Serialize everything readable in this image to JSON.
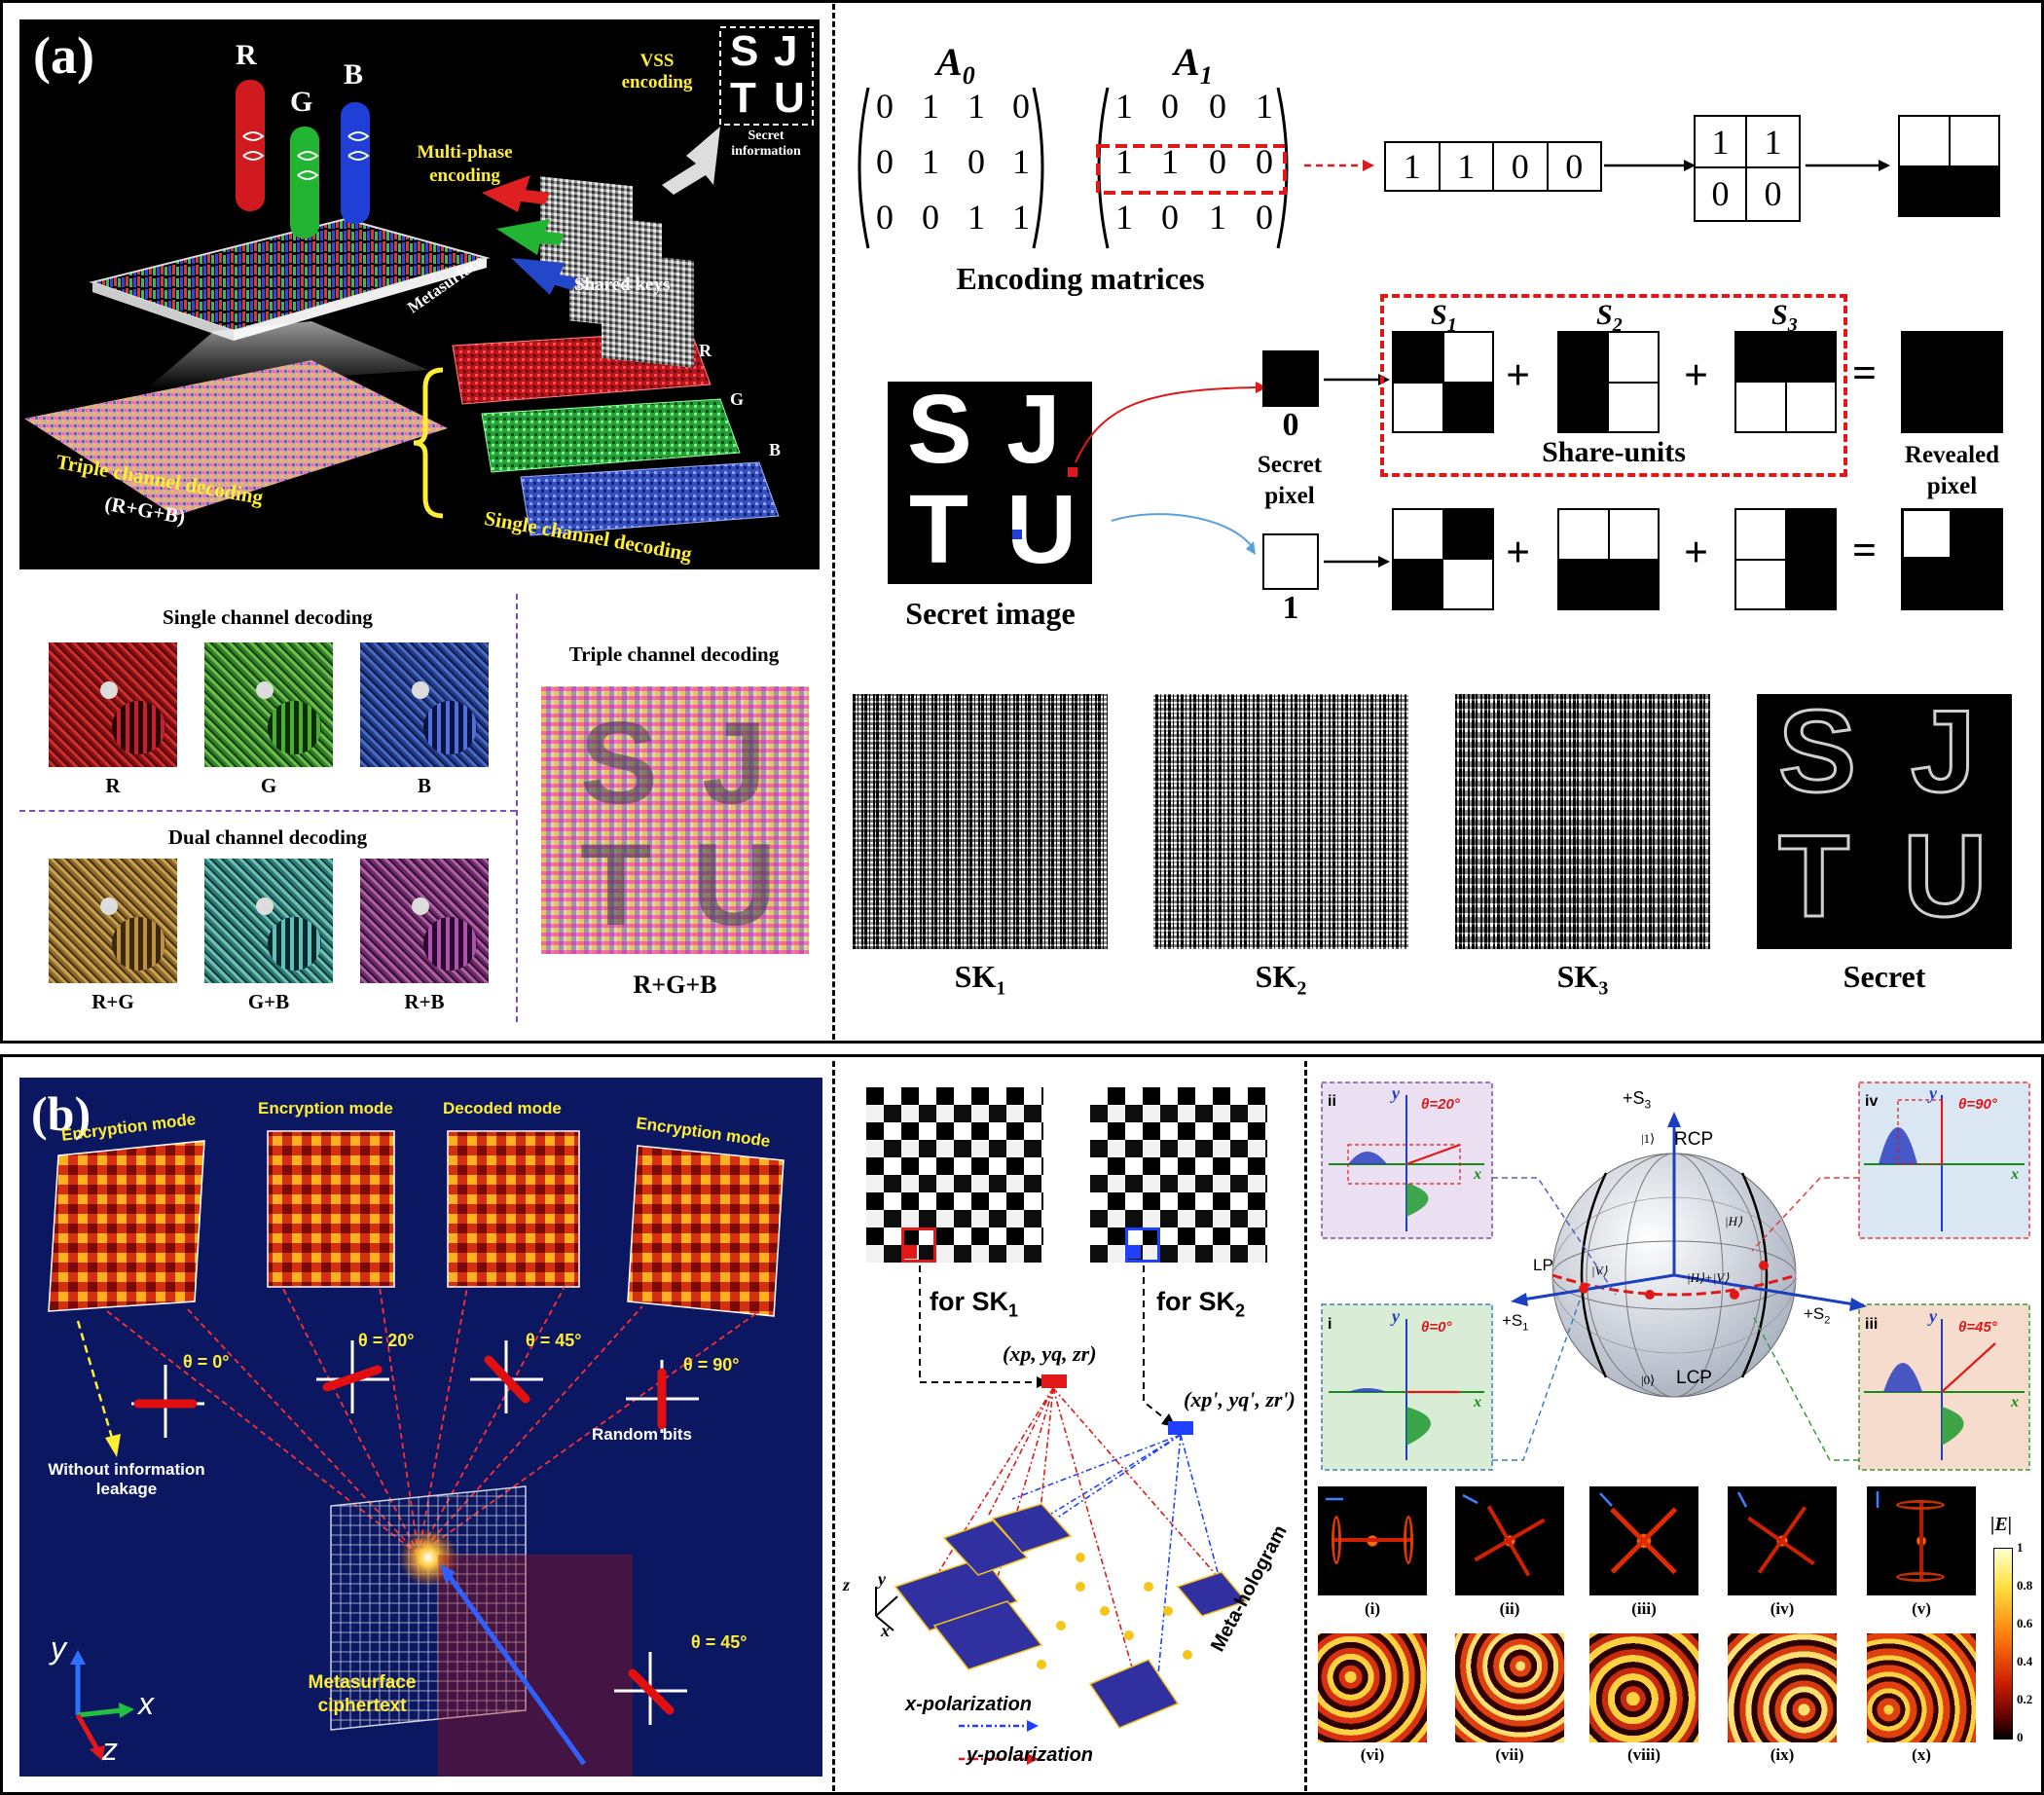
{
  "panel_a": {
    "label": "(a)",
    "rgb": {
      "r": "R",
      "g": "G",
      "b": "B"
    },
    "vss_encoding": "VSS encoding",
    "secret_info": "Secret information",
    "sjtu_letters": [
      "S",
      "J",
      "T",
      "U"
    ],
    "multi_phase": "Multi-phase encoding",
    "shared_keys": "Shared keys",
    "metasurface": "Metasurface",
    "triple_decoding": "Triple channel decoding",
    "triple_formula": "(R+G+B)",
    "single_decoding": "Single channel decoding",
    "layer_labels": [
      "R",
      "G",
      "B"
    ],
    "sub_single_title": "Single channel decoding",
    "sub_single_labels": [
      "R",
      "G",
      "B"
    ],
    "sub_dual_title": "Dual channel decoding",
    "sub_dual_labels": [
      "R+G",
      "G+B",
      "R+B"
    ],
    "sub_triple_title": "Triple channel decoding",
    "sub_triple_label": "R+G+B",
    "colors": {
      "red": "#c9302c",
      "green": "#2fae3c",
      "blue": "#2446c8",
      "yellow": "#ffee33"
    }
  },
  "matrices": {
    "a0_label": "A",
    "a0_sub": "0",
    "a1_label": "A",
    "a1_sub": "1",
    "a0_rows": [
      [
        "0",
        "1",
        "1",
        "0"
      ],
      [
        "0",
        "1",
        "0",
        "1"
      ],
      [
        "0",
        "0",
        "1",
        "1"
      ]
    ],
    "a1_rows": [
      [
        "1",
        "0",
        "0",
        "1"
      ],
      [
        "1",
        "1",
        "0",
        "0"
      ],
      [
        "1",
        "0",
        "1",
        "0"
      ]
    ],
    "caption": "Encoding matrices",
    "row_vector": [
      "1",
      "1",
      "0",
      "0"
    ],
    "grid_2x2": [
      [
        "1",
        "1"
      ],
      [
        "0",
        "0"
      ]
    ]
  },
  "vss": {
    "secret_image_caption": "Secret image",
    "secret_pixel_0": "0",
    "secret_pixel_1": "1",
    "secret_pixel_label": "Secret pixel",
    "share_units_label": "Share-units",
    "revealed_label": "Revealed pixel",
    "s_labels": [
      {
        "s": "S",
        "sub": "1"
      },
      {
        "s": "S",
        "sub": "2"
      },
      {
        "s": "S",
        "sub": "3"
      }
    ],
    "plus": "+",
    "equals": "="
  },
  "keys": {
    "labels": [
      {
        "t": "SK",
        "sub": "1"
      },
      {
        "t": "SK",
        "sub": "2"
      },
      {
        "t": "SK",
        "sub": "3"
      }
    ],
    "secret_label": "Secret"
  },
  "panel_b": {
    "label": "(b)",
    "modes": [
      "Encryption mode",
      "Encryption mode",
      "Decoded mode",
      "Encryption mode"
    ],
    "angles": [
      "θ = 0°",
      "θ = 20°",
      "θ = 45°",
      "θ = 90°"
    ],
    "leakage": "Without information leakage",
    "random_bits": "Random bits",
    "ciphertext": "Metasurface ciphertext",
    "input_angle": "θ = 45°",
    "axes": {
      "y": "y",
      "x": "x",
      "z": "z"
    }
  },
  "hologram": {
    "for_sk1": "for SK",
    "for_sk1_sub": "1",
    "for_sk2": "for SK",
    "for_sk2_sub": "2",
    "coord1": "(x",
    "coord1_full": "(xp, yq, zr)",
    "coord2_full": "(xp', yq', zr')",
    "x_pol": "x-polarization",
    "y_pol": "y-polarization",
    "meta_hologram": "Meta-hologram",
    "axes": {
      "z": "z",
      "y": "y",
      "x": "x"
    }
  },
  "poincare": {
    "s3": "+S",
    "s3_sub": "3",
    "rcp": "RCP",
    "lcp": "LCP",
    "lp": "LP",
    "s1": "+S",
    "s1_sub": "1",
    "s2": "+S",
    "s2_sub": "2",
    "ket1": "|1⟩",
    "ket0": "|0⟩",
    "ketH": "|H⟩",
    "ketV": "|V⟩",
    "ketHV": "|H⟩+|V⟩",
    "insets": [
      {
        "id": "ii",
        "theta": "θ=20°"
      },
      {
        "id": "iv",
        "theta": "θ=90°"
      },
      {
        "id": "i",
        "theta": "θ=0°"
      },
      {
        "id": "iii",
        "theta": "θ=45°"
      }
    ],
    "axis_y": "y",
    "axis_x": "x",
    "field_labels_top": [
      "(i)",
      "(ii)",
      "(iii)",
      "(iv)",
      "(v)"
    ],
    "field_labels_bottom": [
      "(vi)",
      "(vii)",
      "(viii)",
      "(ix)",
      "(x)"
    ],
    "colorbar_title": "|E|",
    "colorbar_ticks": [
      "1",
      "0.8",
      "0.6",
      "0.4",
      "0.2",
      "0"
    ]
  }
}
